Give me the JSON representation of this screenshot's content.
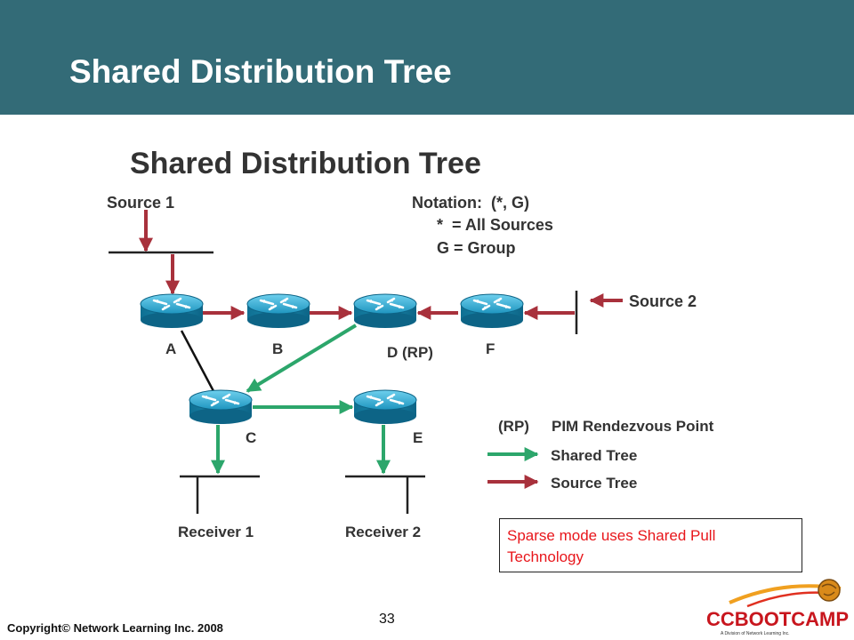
{
  "slide": {
    "title": "Shared Distribution Tree",
    "page_number": "33",
    "copyright": "Copyright© Network Learning Inc. 2008"
  },
  "diagram": {
    "heading": "Shared Distribution Tree",
    "sources": [
      "Source 1",
      "Source 2"
    ],
    "notation": {
      "line1": "Notation:  (*, G)",
      "line2": "*  = All Sources",
      "line3": "G = Group"
    },
    "routers": [
      "A",
      "B",
      "D (RP)",
      "F",
      "C",
      "E"
    ],
    "receivers": [
      "Receiver 1",
      "Receiver 2"
    ],
    "legend": {
      "rp_key": "(RP)",
      "rp_desc": "PIM Rendezvous Point",
      "shared": "Shared Tree",
      "source": "Source Tree"
    },
    "colors": {
      "shared_tree": "#2ca66b",
      "source_tree": "#a8313c",
      "header": "#336b77",
      "router": "#1b8cb0"
    }
  },
  "note": "Sparse mode uses Shared Pull Technology",
  "logo": {
    "name": "CCBOOTCAMP",
    "tagline": "A Division of Network Learning Inc."
  }
}
